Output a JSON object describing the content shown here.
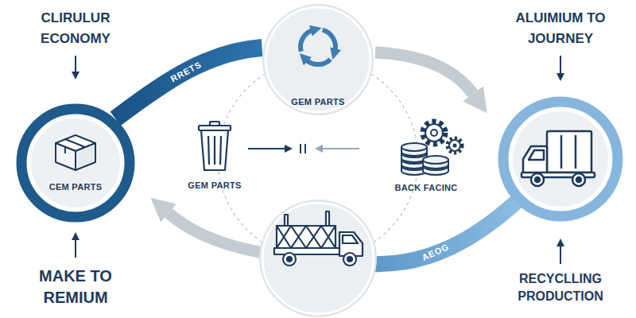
{
  "diagram": {
    "nodes": [
      {
        "text": [
          "CEM PARTS"
        ]
      },
      {
        "text": [
          "GEM PARTS"
        ]
      },
      {
        "text": [
          "GEM PARTS"
        ]
      },
      {
        "text": [
          "BACK FACINC"
        ]
      }
    ],
    "edges": [
      {
        "from": 0,
        "to": 1,
        "arrow": "none",
        "label": "RRETS"
      }
    ],
    "labels": [
      "CLIRULUR ECONOMY",
      "MAKE TO REMIUM",
      "ALUIMIUM TO JOURNEY",
      "RECYCLLING PRODUCTION",
      "AEOG"
    ]
  }
}
